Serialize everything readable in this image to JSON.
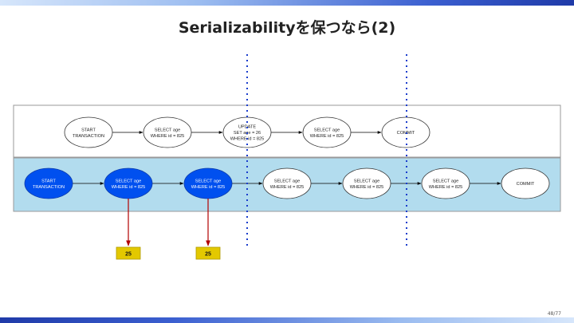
{
  "title": "Serializabilityを保つなら(2)",
  "page_number": "48/77",
  "colors": {
    "lane_top_fill": "#ffffff",
    "lane_bottom_fill": "#b2dcee",
    "node_filled": "#0050ef",
    "node_plain": "#ffffff",
    "read_arrow": "#b20000",
    "result_box": "#e3c800",
    "divider": "#1a3ccc"
  },
  "lanes": {
    "top": {
      "nodes": [
        {
          "lines": [
            "START",
            "TRANSACTION"
          ]
        },
        {
          "lines": [
            "SELECT age",
            "WHERE id = 825"
          ]
        },
        {
          "lines": [
            "UPDATE",
            "SET age = 26",
            "WHERE id = 825"
          ]
        },
        {
          "lines": [
            "SELECT age",
            "WHERE id = 825"
          ]
        },
        {
          "lines": [
            "COMMIT"
          ]
        }
      ]
    },
    "bottom": {
      "nodes": [
        {
          "lines": [
            "START",
            "TRANSACTION"
          ],
          "filled": true
        },
        {
          "lines": [
            "SELECT age",
            "WHERE id = 825"
          ],
          "filled": true
        },
        {
          "lines": [
            "SELECT age",
            "WHERE id = 825"
          ],
          "filled": true
        },
        {
          "lines": [
            "SELECT age",
            "WHERE id = 825"
          ]
        },
        {
          "lines": [
            "SELECT age",
            "WHERE id = 825"
          ]
        },
        {
          "lines": [
            "SELECT age",
            "WHERE id = 825"
          ]
        },
        {
          "lines": [
            "COMMIT"
          ]
        }
      ]
    }
  },
  "results": [
    {
      "value": "25",
      "from": "bottom-node-2"
    },
    {
      "value": "25",
      "from": "bottom-node-3"
    }
  ]
}
